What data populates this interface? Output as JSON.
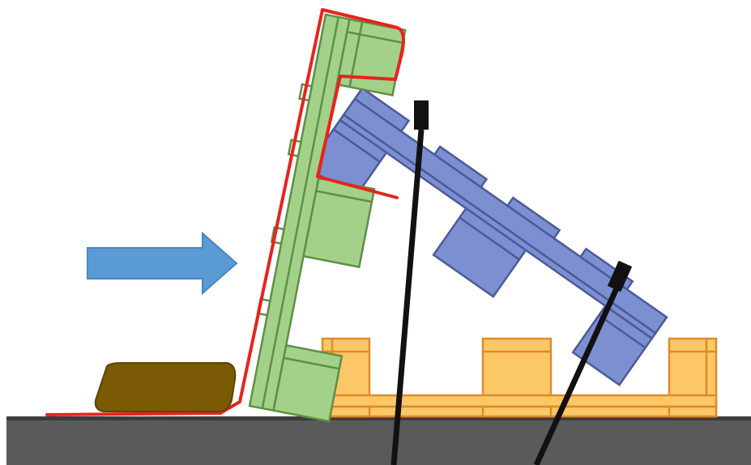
{
  "diagram": {
    "elements": {
      "ground": "ground-surface",
      "push_arrow": "push-direction-arrow",
      "green_pallet": "tilted-green-pallet",
      "red_outline": "gripper-outline",
      "blue_pallet": "leaning-blue-pallet",
      "orange_pallet": "orange-pallet-base",
      "brown_block": "brown-pad",
      "rod_left": "support-rod-left",
      "rod_right": "support-rod-right"
    },
    "colors": {
      "ground": "#5a5a5a",
      "green_fill": "#a3d18a",
      "green_stroke": "#5e8f45",
      "red_outline": "#e8231c",
      "blue_fill": "#7c8fd1",
      "blue_stroke": "#4a5a9a",
      "orange_fill": "#fcc766",
      "orange_stroke": "#e08a2a",
      "brown": "#7a5a05",
      "arrow": "#5b9bd5",
      "rod": "#111111"
    }
  }
}
